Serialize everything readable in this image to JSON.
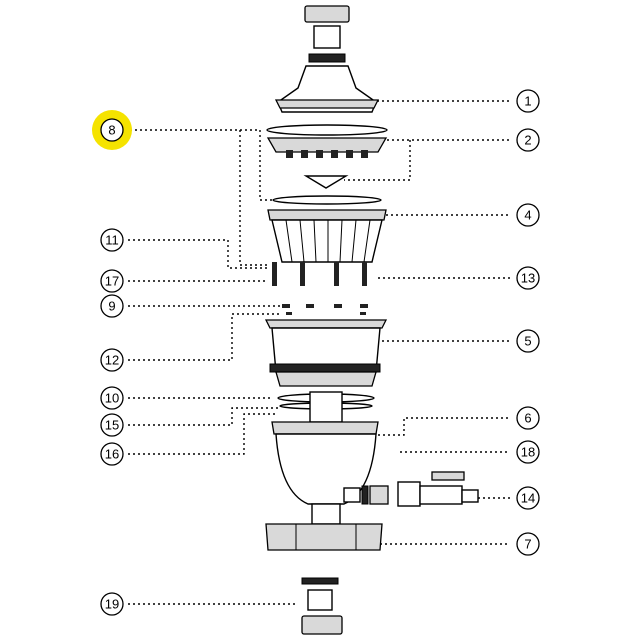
{
  "diagram": {
    "highlight_color": "#f5e300",
    "callouts": [
      {
        "id": "c1",
        "label": "1"
      },
      {
        "id": "c2",
        "label": "2"
      },
      {
        "id": "c4",
        "label": "4"
      },
      {
        "id": "c5",
        "label": "5"
      },
      {
        "id": "c6",
        "label": "6"
      },
      {
        "id": "c7",
        "label": "7"
      },
      {
        "id": "c8",
        "label": "8",
        "highlighted": true
      },
      {
        "id": "c9",
        "label": "9"
      },
      {
        "id": "c10",
        "label": "10"
      },
      {
        "id": "c11",
        "label": "11"
      },
      {
        "id": "c12",
        "label": "12"
      },
      {
        "id": "c13",
        "label": "13"
      },
      {
        "id": "c14",
        "label": "14"
      },
      {
        "id": "c15",
        "label": "15"
      },
      {
        "id": "c16",
        "label": "16"
      },
      {
        "id": "c17",
        "label": "17"
      },
      {
        "id": "c18",
        "label": "18"
      },
      {
        "id": "c19",
        "label": "19"
      }
    ]
  }
}
